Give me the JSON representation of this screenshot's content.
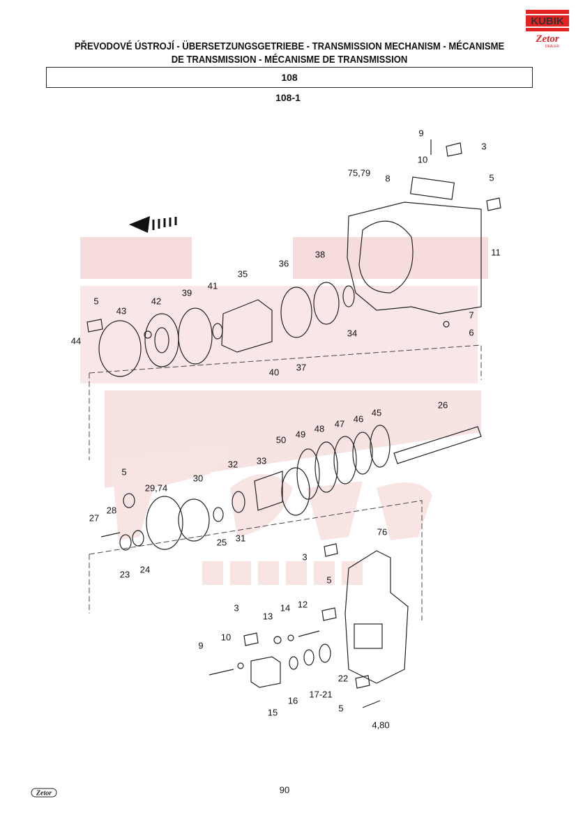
{
  "header": {
    "title": "PŘEVODOVÉ ÚSTROJÍ - ÜBERSETZUNGSGETRIEBE - TRANSMISSION MECHANISM - MÉCANISME DE TRANSMISSION - MÉCANISME DE TRANSMISSION",
    "section": "108",
    "subsection": "108-1"
  },
  "logo": {
    "brand": "KUBIK",
    "sub": "Zetor",
    "tag": "DEALER"
  },
  "watermark": {
    "brand": "KUBIK",
    "sub": "Zetor",
    "tag": "DEALER"
  },
  "labels": [
    "9",
    "3",
    "10",
    "75,79",
    "8",
    "5",
    "11",
    "38",
    "36",
    "35",
    "41",
    "39",
    "42",
    "43",
    "5",
    "44",
    "40",
    "37",
    "34",
    "7",
    "6",
    "26",
    "45",
    "46",
    "47",
    "48",
    "49",
    "50",
    "33",
    "32",
    "30",
    "5",
    "29,74",
    "28",
    "27",
    "25",
    "31",
    "23",
    "24",
    "76",
    "3",
    "5",
    "3",
    "14",
    "12",
    "13",
    "10",
    "9",
    "22",
    "17-21",
    "16",
    "15",
    "5",
    "4,80"
  ],
  "footer": {
    "page": "90",
    "logo": "Zetor"
  },
  "colors": {
    "watermark": "#f3d6d6",
    "logo_red": "#e32222",
    "logo_dark": "#333333"
  }
}
